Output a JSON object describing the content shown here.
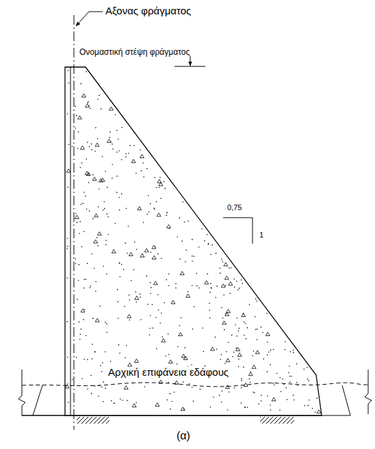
{
  "diagram": {
    "labels": [
      "Αξονας φράγματος",
      "Ονομαστική στέψη φράγματος",
      "0,75",
      "1",
      "Αρχική επιφάνεια εδάφους",
      "(α)"
    ]
  }
}
